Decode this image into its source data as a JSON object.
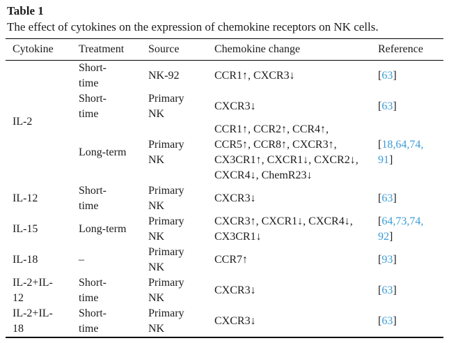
{
  "page": {
    "background": "#ffffff",
    "text_color": "#1b1b1b",
    "link_color": "#3A9CD6"
  },
  "table": {
    "label": "Table 1",
    "caption": "The effect of cytokines on the expression of chemokine receptors on NK cells.",
    "columns": [
      "Cytokine",
      "Treatment",
      "Source",
      "Chemokine change",
      "Reference"
    ],
    "groups": [
      {
        "cytokine": "IL-2",
        "rows": [
          {
            "treatment": "Short-\ntime",
            "source": "NK-92",
            "change": "CCR1↑, CXCR3↓",
            "refs": [
              "63"
            ]
          },
          {
            "treatment": "Short-\ntime",
            "source": "Primary\nNK",
            "change": "CXCR3↓",
            "refs": [
              "63"
            ]
          },
          {
            "treatment": "Long-term",
            "source": "Primary\nNK",
            "change": "CCR1↑, CCR2↑, CCR4↑,\nCCR5↑, CCR8↑, CXCR3↑,\nCX3CR1↑, CXCR1↓, CXCR2↓,\nCXCR4↓, ChemR23↓",
            "refs": [
              "18",
              "64",
              "74",
              "91"
            ]
          }
        ]
      },
      {
        "cytokine": "IL-12",
        "rows": [
          {
            "treatment": "Short-\ntime",
            "source": "Primary\nNK",
            "change": "CXCR3↓",
            "refs": [
              "63"
            ]
          }
        ]
      },
      {
        "cytokine": "IL-15",
        "rows": [
          {
            "treatment": "Long-term",
            "source": "Primary\nNK",
            "change": "CXCR3↑, CXCR1↓, CXCR4↓,\nCX3CR1↓",
            "refs": [
              "64",
              "73",
              "74",
              "92"
            ]
          }
        ]
      },
      {
        "cytokine": "IL-18",
        "rows": [
          {
            "treatment": "–",
            "source": "Primary\nNK",
            "change": "CCR7↑",
            "refs": [
              "93"
            ]
          }
        ]
      },
      {
        "cytokine": "IL-2+IL-\n12",
        "rows": [
          {
            "treatment": "Short-\ntime",
            "source": "Primary\nNK",
            "change": "CXCR3↓",
            "refs": [
              "63"
            ]
          }
        ]
      },
      {
        "cytokine": "IL-2+IL-\n18",
        "rows": [
          {
            "treatment": "Short-\ntime",
            "source": "Primary\nNK",
            "change": "CXCR3↓",
            "refs": [
              "63"
            ]
          }
        ]
      }
    ]
  }
}
